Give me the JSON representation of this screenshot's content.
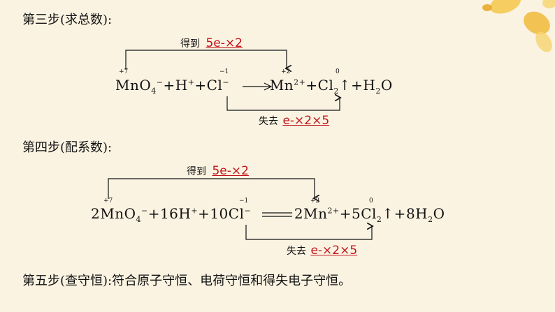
{
  "step3": {
    "heading": "第三步(求总数):",
    "gain_prefix": "得到",
    "gain_value": "5e-×2",
    "loss_prefix": "失去",
    "loss_value": "e-×2×5",
    "ox": {
      "mn": "+7",
      "cl": "−1",
      "mn2": "+2",
      "cl2": "0"
    },
    "equation": "MnO₄⁻+H⁺+Cl⁻ ──→ Mn²⁺+Cl₂↑+H₂O"
  },
  "step4": {
    "heading": "第四步(配系数):",
    "gain_prefix": "得到",
    "gain_value": "5e-×2",
    "loss_prefix": "失去",
    "loss_value": "e-×2×5",
    "ox": {
      "mn": "+7",
      "cl": "−1",
      "mn2": "+2",
      "cl2": "0"
    },
    "equation": "2MnO₄⁻+16H⁺+10Cl⁻ ══ 2Mn²⁺+5Cl₂↑+8H₂O"
  },
  "step5": {
    "text": "第五步(查守恒):符合原子守恒、电荷守恒和得失电子守恒。"
  },
  "colors": {
    "background": "#fbf3e2",
    "accent_red": "#c0141b",
    "flower": "#f3c64a"
  }
}
